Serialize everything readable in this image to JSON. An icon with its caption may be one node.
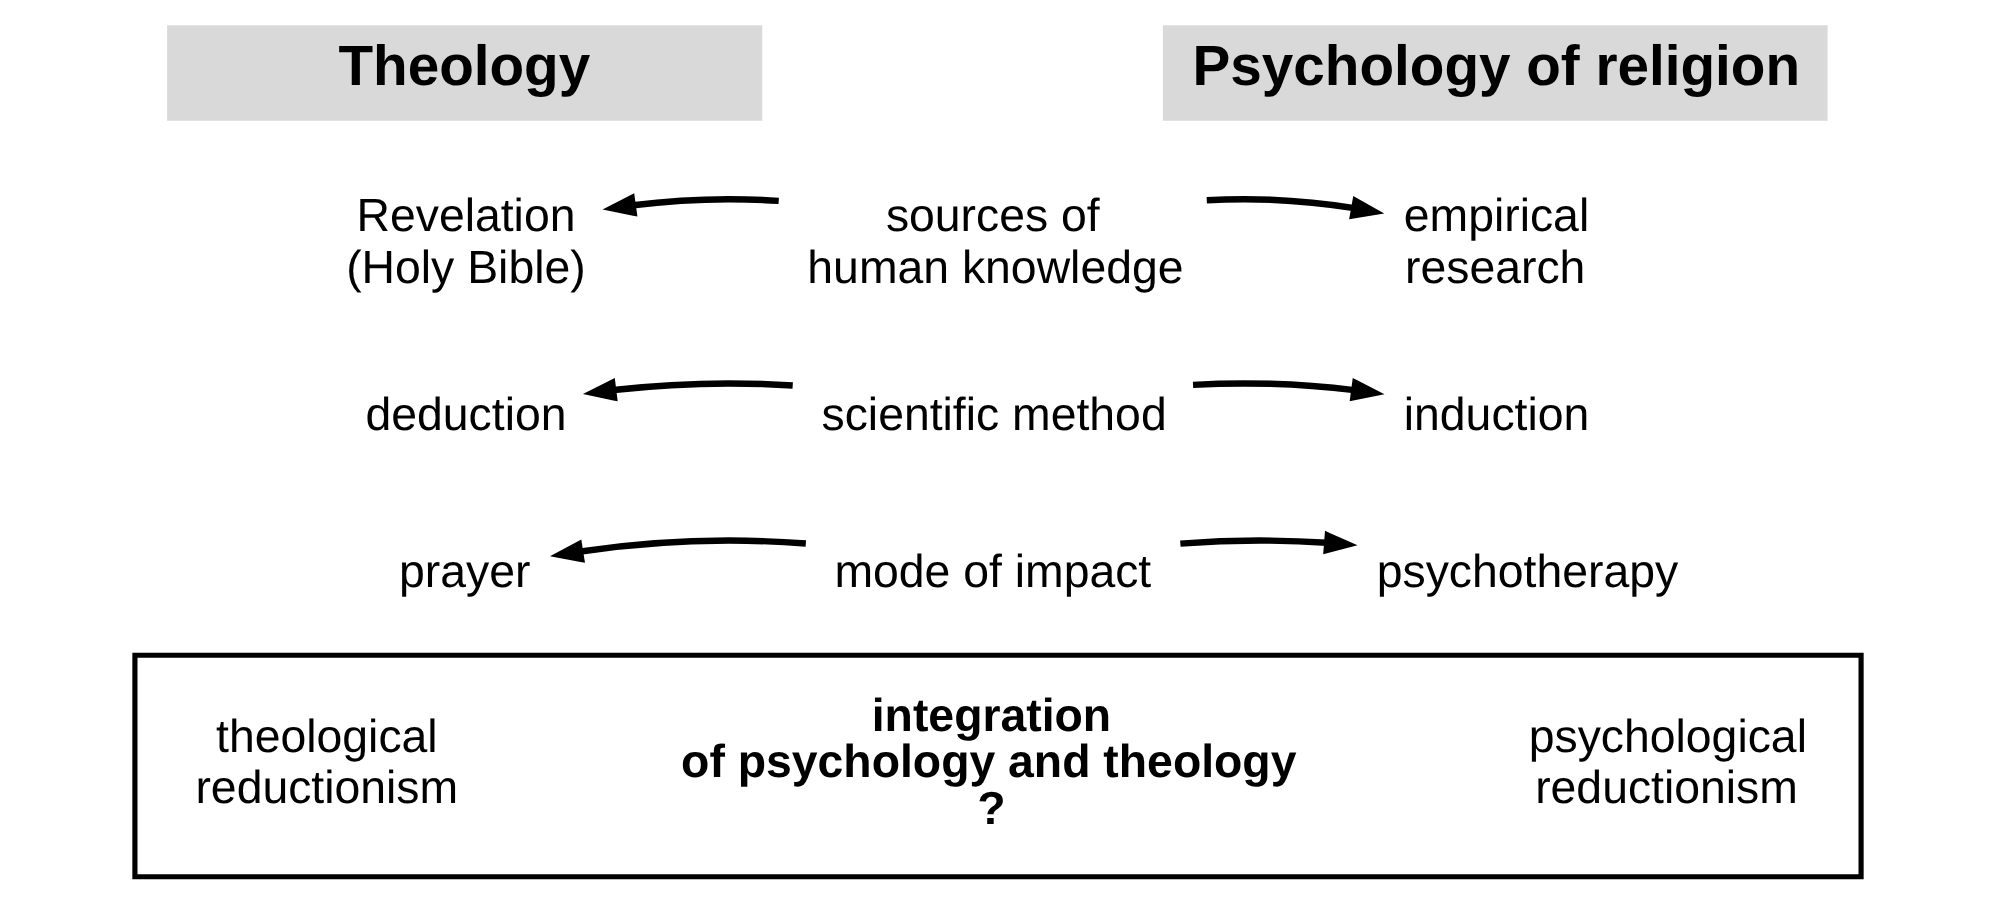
{
  "diagram": {
    "nodes": [
      {
        "text": [
          "Theology"
        ]
      },
      {
        "text": [
          "Psychology of religion"
        ]
      },
      {
        "text": [
          "Revelation (Holy Bible)"
        ]
      },
      {
        "text": [
          "sources of human knowledge"
        ]
      },
      {
        "text": [
          "empirical research"
        ]
      },
      {
        "text": [
          "deduction"
        ]
      },
      {
        "text": [
          "scientific method"
        ]
      },
      {
        "text": [
          "induction"
        ]
      },
      {
        "text": [
          "prayer"
        ]
      },
      {
        "text": [
          "mode of impact"
        ]
      },
      {
        "text": [
          "psychotherapy"
        ]
      },
      {
        "text": [],
        "shape": "box"
      },
      {
        "text": [
          "theological reductionism"
        ],
        "in": 11
      },
      {
        "text": [
          "integration of psychology and theology ?"
        ],
        "in": 11
      },
      {
        "text": [
          "psychological reductionism"
        ],
        "in": 11
      }
    ],
    "edges": [
      {
        "from": 3,
        "to": 2,
        "arrow": "to"
      },
      {
        "from": 3,
        "to": 4,
        "arrow": "to"
      },
      {
        "from": 6,
        "to": 5,
        "arrow": "to"
      },
      {
        "from": 6,
        "to": 7,
        "arrow": "to"
      },
      {
        "from": 9,
        "to": 8,
        "arrow": "to"
      },
      {
        "from": 9,
        "to": 10,
        "arrow": "to"
      }
    ]
  }
}
